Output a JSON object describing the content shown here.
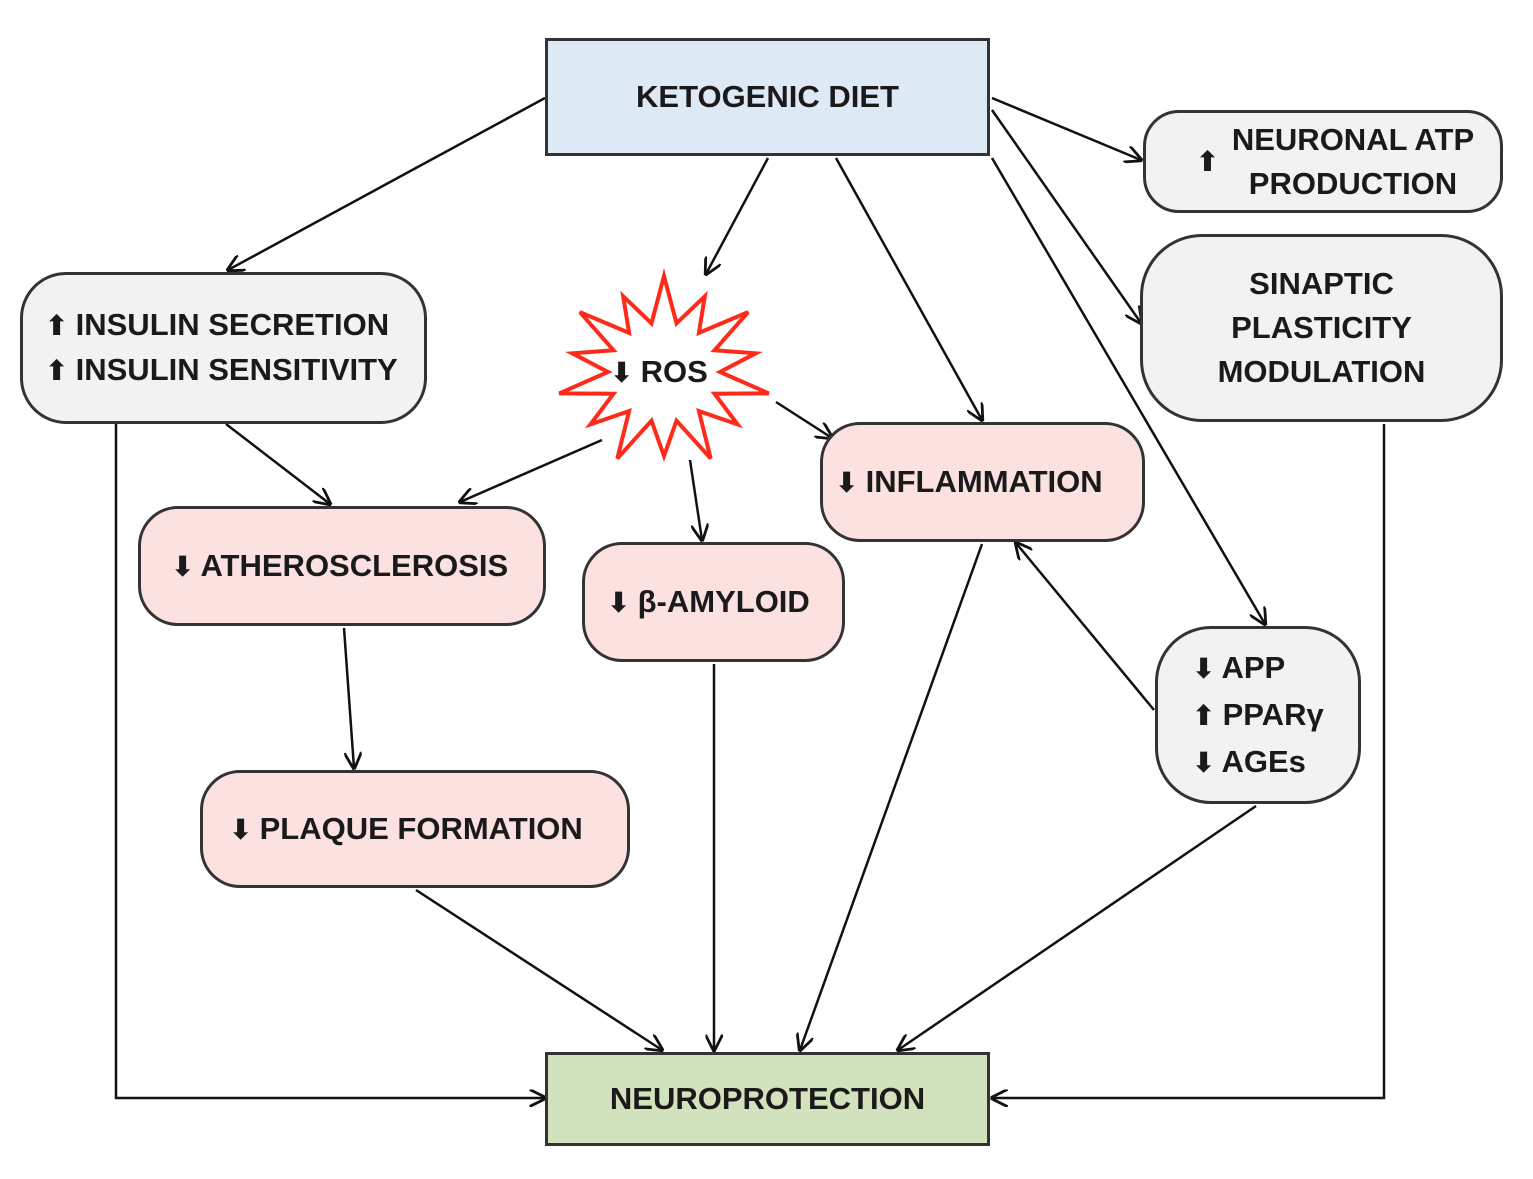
{
  "colors": {
    "diet_fill": "#dde9f5",
    "neuro_fill": "#d2e2bd",
    "pink_fill": "#fbe1e0",
    "grey_fill": "#f2f2f2",
    "ros_stroke": "#ff2a1a",
    "border": "#333333",
    "edge": "#111111"
  },
  "nodes": {
    "ketogenic_diet": "KETOGENIC DIET",
    "neuroprotection": "NEUROPROTECTION",
    "insulin": {
      "secretion": {
        "arrow": "⬆",
        "text": "INSULIN SECRETION"
      },
      "sensitivity": {
        "arrow": "⬆",
        "text": "INSULIN SENSITIVITY"
      }
    },
    "ros": {
      "arrow": "⬇",
      "text": "ROS"
    },
    "inflammation": {
      "arrow": "⬇",
      "text": "INFLAMMATION"
    },
    "atherosclerosis": {
      "arrow": "⬇",
      "text": "ATHEROSCLEROSIS"
    },
    "beta_amyloid": {
      "arrow": "⬇",
      "text": "β-AMYLOID"
    },
    "plaque_formation": {
      "arrow": "⬇",
      "text": "PLAQUE FORMATION"
    },
    "neuronal_atp": {
      "arrow": "⬆",
      "line1": "NEURONAL ATP",
      "line2": "PRODUCTION"
    },
    "synaptic": {
      "line1": "SINAPTIC",
      "line2": "PLASTICITY",
      "line3": "MODULATION"
    },
    "app_group": {
      "app": {
        "arrow": "⬇",
        "text": "APP"
      },
      "ppar": {
        "arrow": "⬆",
        "text": "PPARγ"
      },
      "ages": {
        "arrow": "⬇",
        "text": "AGEs"
      }
    }
  }
}
